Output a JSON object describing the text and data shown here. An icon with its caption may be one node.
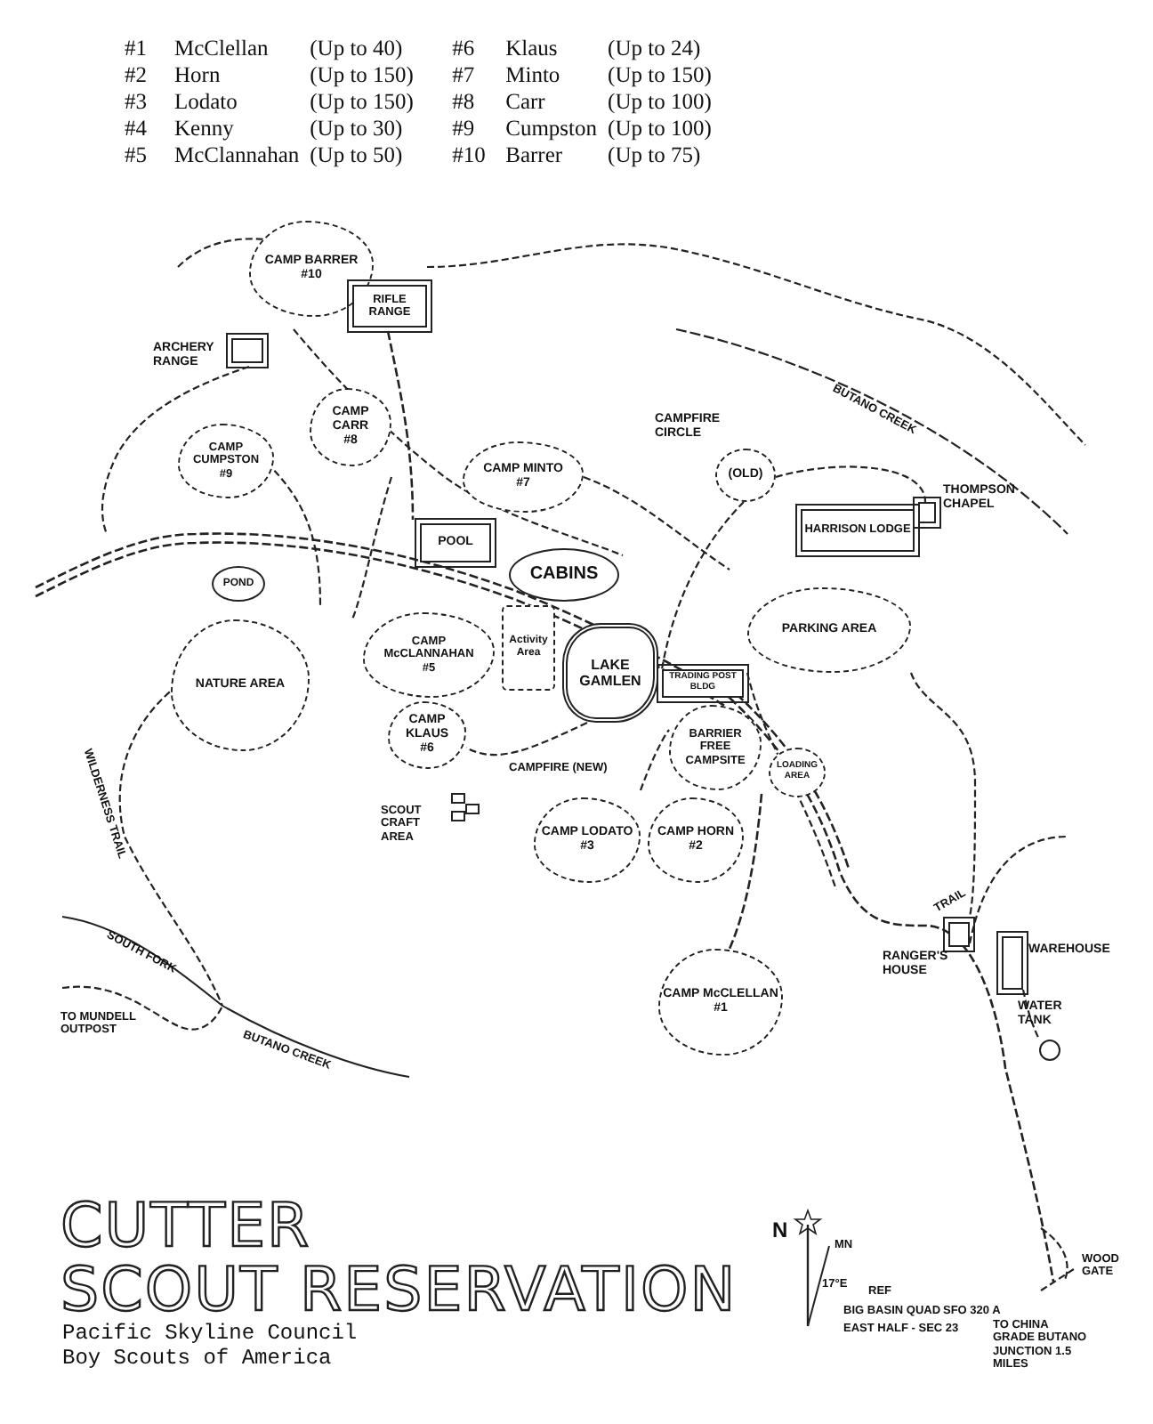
{
  "diagram": {
    "title": "CUTTER SCOUT RESERVATION",
    "nodes": [
      {
        "text": [
          "CAMP BARRER",
          "#10"
        ]
      },
      {
        "text": [
          "RIFLE RANGE"
        ]
      },
      {
        "text": [],
        "shape": "box",
        "beside": [
          "ARCHERY RANGE"
        ]
      },
      {
        "text": [
          "CAMP CARR",
          "#8"
        ]
      },
      {
        "text": [
          "CAMP CUMPSTON",
          "#9"
        ]
      },
      {
        "text": [
          "CAMP MINTO",
          "#7"
        ]
      },
      {
        "text": [
          "POOL"
        ]
      },
      {
        "text": [
          "CABINS"
        ]
      },
      {
        "text": [
          "POND"
        ]
      },
      {
        "text": [
          "NATURE AREA"
        ]
      },
      {
        "text": [
          "(OLD)"
        ],
        "beside": [
          "CAMPFIRE CIRCLE"
        ]
      },
      {
        "text": [
          "HARRISON LODGE"
        ]
      },
      {
        "text": [],
        "shape": "box",
        "beside": [
          "THOMPSON CHAPEL"
        ]
      },
      {
        "text": [
          "PARKING AREA"
        ]
      },
      {
        "text": [
          "CAMP McCLANNAHAN",
          "#5"
        ]
      },
      {
        "text": [
          "Activity Area"
        ]
      },
      {
        "text": [
          "LAKE GAMLEN"
        ]
      },
      {
        "text": [
          "TRADING POST BLDG"
        ]
      },
      {
        "text": [
          "BARRIER FREE CAMPSITE"
        ]
      },
      {
        "text": [
          "CAMP KLAUS",
          "#6"
        ]
      },
      {
        "text": [
          "LOADING AREA"
        ]
      },
      {
        "text": [
          "CAMP LODATO",
          "#3"
        ]
      },
      {
        "text": [
          "CAMP HORN",
          "#2"
        ]
      },
      {
        "text": [
          "CAMP McCLELLAN",
          "#1"
        ]
      },
      {
        "text": [],
        "shape": "box",
        "beside": [
          "RANGER'S HOUSE"
        ]
      },
      {
        "text": [],
        "shape": "box",
        "beside": [
          "WAREHOUSE"
        ]
      },
      {
        "text": [],
        "shape": "circle",
        "beside": [
          "WATER TANK"
        ]
      }
    ],
    "labels": [
      "#1",
      "McClellan",
      "(Up to 40)",
      "#6",
      "Klaus",
      "(Up to 24)",
      "#2",
      "Horn",
      "(Up to 150)",
      "#7",
      "Minto",
      "(Up to 150)",
      "#3",
      "Lodato",
      "(Up to 150)",
      "#8",
      "Carr",
      "(Up to 100)",
      "#4",
      "Kenny",
      "(Up to 30)",
      "#9",
      "Cumpston",
      "(Up to 100)",
      "#5",
      "McClannahan",
      "(Up to 50)",
      "#10",
      "Barrer",
      "(Up to 75)",
      "BUTANO CREEK",
      "CAMPFIRE (NEW)",
      "SCOUT CRAFT AREA",
      "WILDERNESS TRAIL",
      "SOUTH FORK",
      "BUTANO CREEK",
      "TO MUNDELL OUTPOST",
      "TRAIL",
      "N",
      "MN",
      "17°E",
      "REF",
      "BIG BASIN QUAD",
      "SFO 320 A",
      "EAST HALF - SEC 23",
      "WOOD GATE",
      "TO CHINA GRADE BUTANO JUNCTION 1.5 MILES",
      "Pacific Skyline Council",
      "Boy Scouts of America"
    ]
  }
}
